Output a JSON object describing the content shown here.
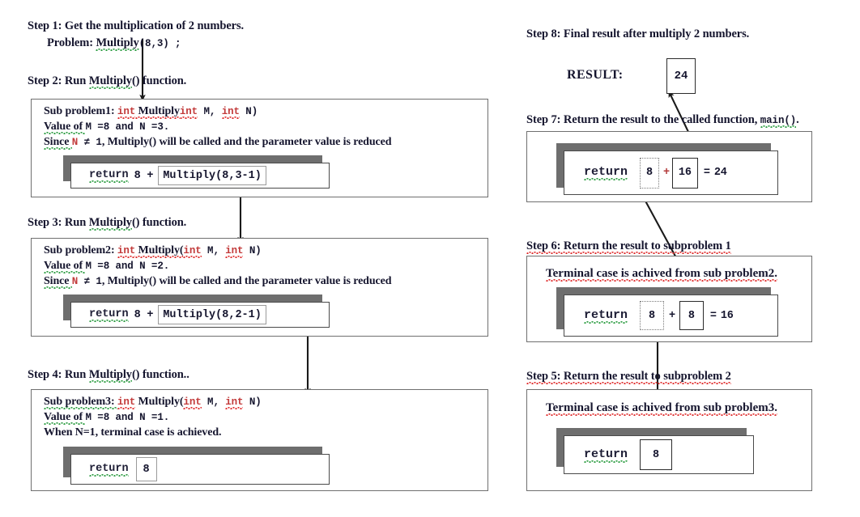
{
  "document": {
    "title": "Recursion trace: Multiply(8,3)"
  },
  "left_column": {
    "step1": {
      "line1": "Step 1: Get the multiplication of 2 numbers.",
      "line2_prefix": "Problem: ",
      "line2_fn": "Multiply",
      "line2_args": "(8,3) ;"
    },
    "step2": {
      "caption_prefix": "Step 2: Run ",
      "caption_fn": "Multiply",
      "caption_suffix": "() function.",
      "line1_a": "Sub problem1: ",
      "line1_b": "int",
      "line1_c": " Multiply",
      "line1_d": "int",
      "line1_e": " M,  ",
      "line1_f": "int",
      "line1_g": " N)",
      "line2_a": "Value of ",
      "line2_b": "M",
      "line2_c": " =8  and  ",
      "line2_d": "N",
      "line2_e": " =3.",
      "line3_a": "Since ",
      "line3_b": "N",
      "line3_c": " ≠ 1",
      "line3_d": ", Multiply() will be called and the parameter value is reduced",
      "code_return": "return",
      "code_plus": "8  +",
      "code_call": "Multiply(8,3-1)"
    },
    "step3": {
      "caption_prefix": "Step 3: Run ",
      "caption_fn": "Multiply",
      "caption_suffix": "() function.",
      "line1_a": "Sub problem2: ",
      "line1_b": "int",
      "line1_c": " Multiply(",
      "line1_d": "int",
      "line1_e": " M,  ",
      "line1_f": "int",
      "line1_g": " N)",
      "line2_a": "Value of ",
      "line2_b": "M",
      "line2_c": " =8  and  ",
      "line2_d": "N",
      "line2_e": " =2.",
      "line3_a": "Since ",
      "line3_b": "N",
      "line3_c": " ≠ 1",
      "line3_d": ", Multiply() will be called and the parameter value is reduced",
      "code_return": "return",
      "code_plus": "8  +",
      "code_call": "Multiply(8,2-1)"
    },
    "step4": {
      "caption_prefix": "Step 4: Run ",
      "caption_fn": "Multiply",
      "caption_suffix": "() function..",
      "line1_a": "Sub problem3: ",
      "line1_b": "int",
      "line1_c": " Multiply(",
      "line1_d": "int",
      "line1_e": " M,  ",
      "line1_f": "int",
      "line1_g": " N)",
      "line2_a": "Value of ",
      "line2_b": "M",
      "line2_c": " =8  and  ",
      "line2_d": "N",
      "line2_e": " =1.",
      "line3": "When N=1, terminal case is achieved.",
      "code_return": "return",
      "code_value": "8"
    }
  },
  "right_column": {
    "step8": {
      "caption": "Step 8: Final result after multiply 2 numbers.",
      "result_label": "RESULT:",
      "result_value": "24"
    },
    "step7": {
      "caption_a": "Step 7: Return the result to the called function, ",
      "caption_b": "main()",
      "caption_c": ".",
      "code_return": "return",
      "val_left": "8",
      "op": "+",
      "val_right": "16",
      "eq": "=",
      "total": "24"
    },
    "step6": {
      "caption": "Step 6: Return the result to subproblem 1",
      "terminal_note": "Terminal case is achived from sub problem2.",
      "code_return": "return",
      "val_left": "8",
      "op": "+",
      "val_right": "8",
      "eq": "=",
      "total": "16"
    },
    "step5": {
      "caption": "Step 5: Return the result to subproblem 2",
      "terminal_note": "Terminal case is achived from sub problem3.",
      "code_return": "return",
      "val": "8"
    }
  },
  "colors": {
    "frame_border": "#6f6f6f",
    "window_shadow": "#6e6e6e",
    "text": "#15152e",
    "spell_red": "#e03030",
    "spell_green": "#2f9e44",
    "arrow": "#1a1a1a"
  }
}
